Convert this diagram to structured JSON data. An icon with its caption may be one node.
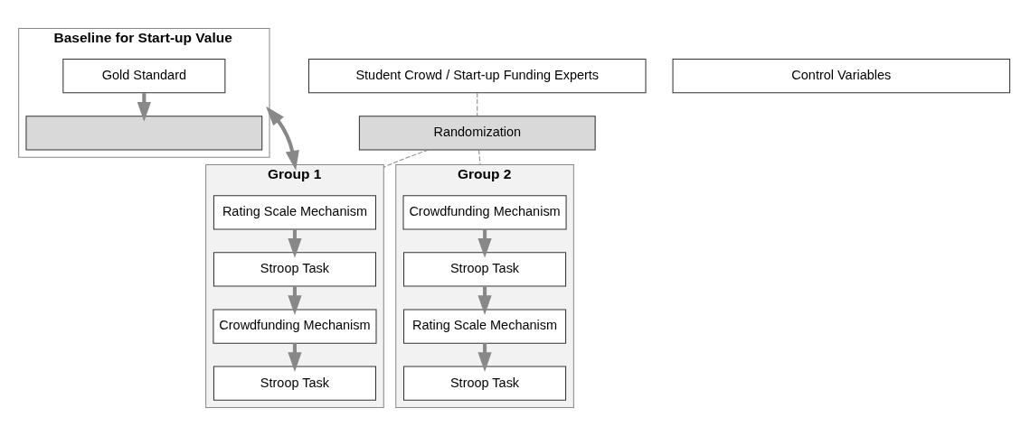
{
  "diagram": {
    "nodes": [
      {
        "text": [
          "Baseline for Start-up Value"
        ]
      },
      {
        "text": [
          "Gold Standard"
        ],
        "in": 0
      },
      {
        "text": [],
        "shape": "box",
        "in": 0
      },
      {
        "text": [
          "Student Crowd / Start-up Funding Experts"
        ]
      },
      {
        "text": [
          "Randomization"
        ]
      },
      {
        "text": [
          "Group 1"
        ]
      },
      {
        "text": [
          "Rating Scale Mechanism"
        ],
        "in": 5
      },
      {
        "text": [
          "Stroop Task"
        ],
        "in": 5
      },
      {
        "text": [
          "Crowdfunding Mechanism"
        ],
        "in": 5
      },
      {
        "text": [
          "Stroop Task"
        ],
        "in": 5
      },
      {
        "text": [
          "Group 2"
        ]
      },
      {
        "text": [
          "Crowdfunding Mechanism"
        ],
        "in": 10
      },
      {
        "text": [
          "Stroop Task"
        ],
        "in": 10
      },
      {
        "text": [
          "Rating Scale Mechanism"
        ],
        "in": 10
      },
      {
        "text": [
          "Stroop Task"
        ],
        "in": 10
      },
      {
        "text": [
          "Control Variables"
        ]
      }
    ],
    "edges": [
      {
        "from": 1,
        "to": 2,
        "arrow": "to"
      },
      {
        "from": 3,
        "to": 4,
        "arrow": "none",
        "style": "dashed"
      },
      {
        "from": 4,
        "to": 5,
        "arrow": "none",
        "style": "dashed"
      },
      {
        "from": 4,
        "to": 10,
        "arrow": "none",
        "style": "dashed"
      },
      {
        "from": 0,
        "to": 5,
        "arrow": "both"
      },
      {
        "from": 6,
        "to": 7,
        "arrow": "to"
      },
      {
        "from": 7,
        "to": 8,
        "arrow": "to"
      },
      {
        "from": 8,
        "to": 9,
        "arrow": "to"
      },
      {
        "from": 11,
        "to": 12,
        "arrow": "to"
      },
      {
        "from": 12,
        "to": 13,
        "arrow": "to"
      },
      {
        "from": 13,
        "to": 14,
        "arrow": "to"
      }
    ]
  }
}
